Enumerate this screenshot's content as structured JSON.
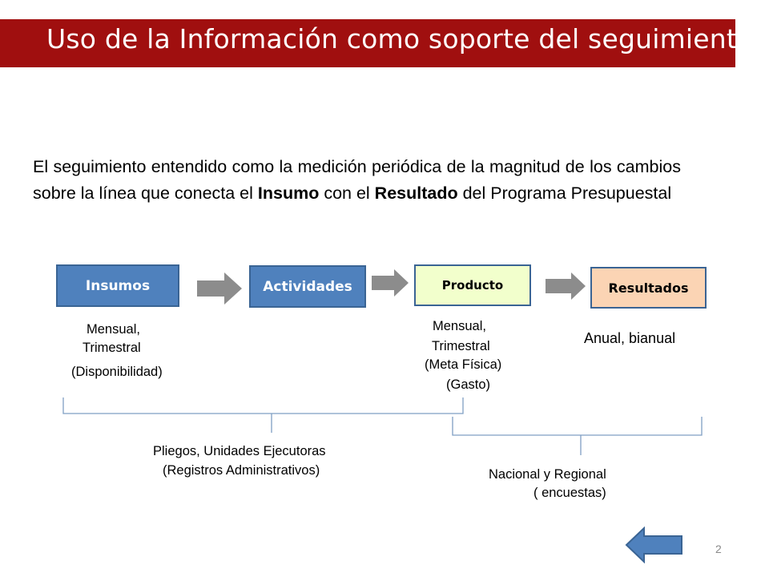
{
  "slide": {
    "title": "Uso de la Información como soporte del seguimiento",
    "page_number": "2"
  },
  "intro": {
    "part1": "El seguimiento entendido como la medición periódica de la magnitud de los cambios sobre la línea que conecta el ",
    "bold1": "Insumo",
    "part2": " con el ",
    "bold2": "Resultado",
    "part3": " del Programa Presupuestal"
  },
  "flow": {
    "insumos": "Insumos",
    "actividades": "Actividades",
    "producto": "Producto",
    "resultados": "Resultados"
  },
  "labels": {
    "insumos_freq_1": "Mensual,",
    "insumos_freq_2": "Trimestral",
    "insumos_note": "(Disponibilidad)",
    "producto_freq_1": "Mensual,",
    "producto_freq_2": "Trimestral",
    "producto_note_1": "(Meta Física)",
    "producto_note_2": "(Gasto)",
    "resultados_freq": "Anual, bianual",
    "source_left_1": "Pliegos, Unidades Ejecutoras",
    "source_left_2": "(Registros Administrativos)",
    "source_right_1": "Nacional y Regional",
    "source_right_2": "( encuestas)"
  },
  "colors": {
    "title_bar": "#a00f0f",
    "box_blue": "#4f81bd",
    "box_producto": "#f2ffcc",
    "box_resultados": "#fbd4b4",
    "arrow_gray": "#8c8c8c",
    "bracket_line": "#7f9fc4"
  },
  "icons": {
    "flow_arrow": "right-arrow-icon",
    "back_button": "left-arrow-icon"
  }
}
